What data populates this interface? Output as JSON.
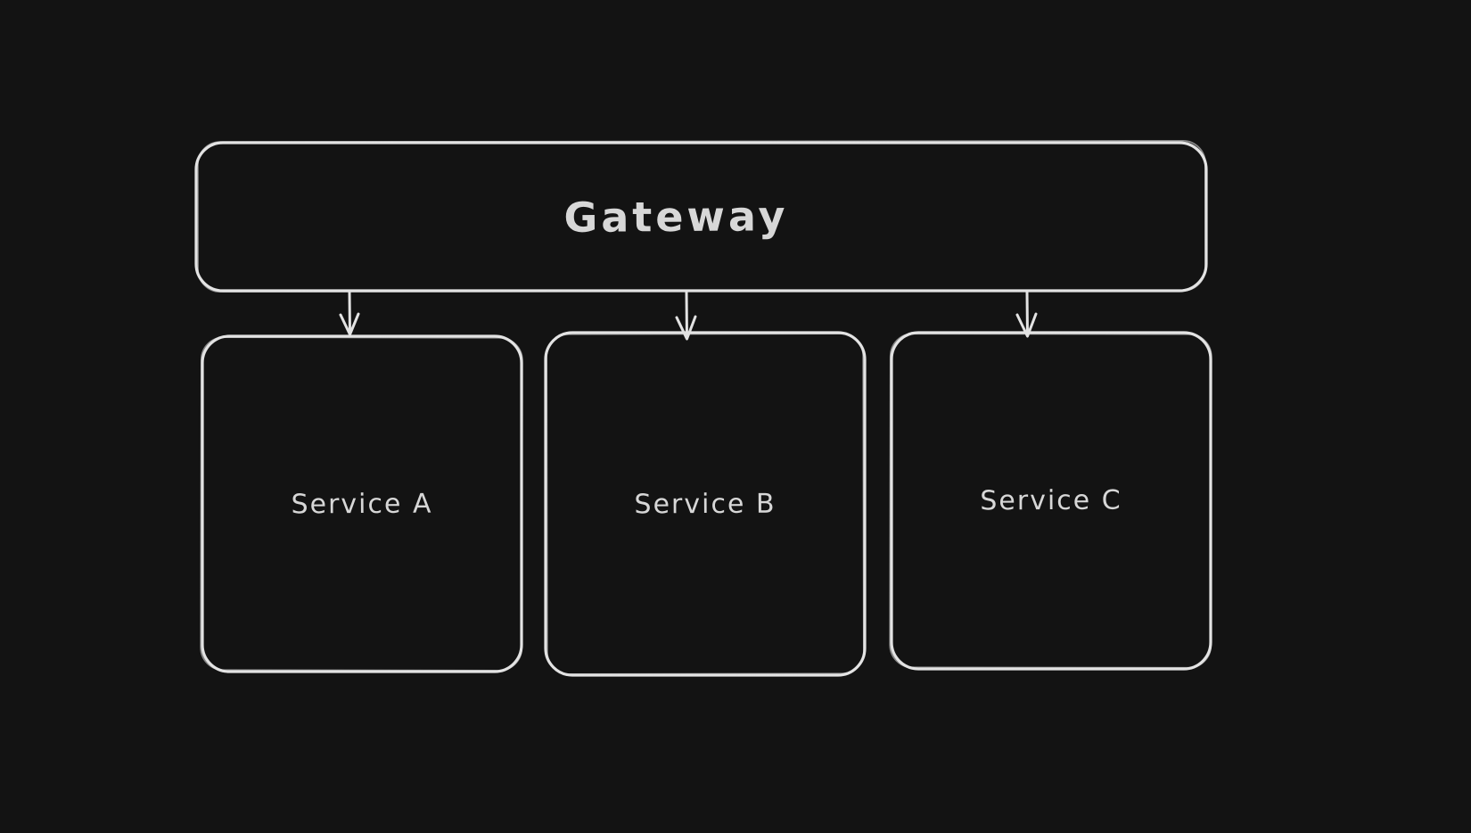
{
  "canvas": {
    "background_color": "#131313",
    "stroke_color": "#e3e3e3",
    "text_color": "#d7d7d7",
    "style": "hand-drawn-whiteboard"
  },
  "diagram": {
    "nodes": [
      {
        "id": "gateway",
        "label": "Gateway",
        "shape": "rounded-rectangle"
      },
      {
        "id": "service-a",
        "label": "Service A",
        "shape": "rounded-rectangle"
      },
      {
        "id": "service-b",
        "label": "Service B",
        "shape": "rounded-rectangle"
      },
      {
        "id": "service-c",
        "label": "Service C",
        "shape": "rounded-rectangle"
      }
    ],
    "edges": [
      {
        "from": "gateway",
        "to": "service-a",
        "type": "arrow-down"
      },
      {
        "from": "gateway",
        "to": "service-b",
        "type": "arrow-down"
      },
      {
        "from": "gateway",
        "to": "service-c",
        "type": "arrow-down"
      }
    ]
  }
}
